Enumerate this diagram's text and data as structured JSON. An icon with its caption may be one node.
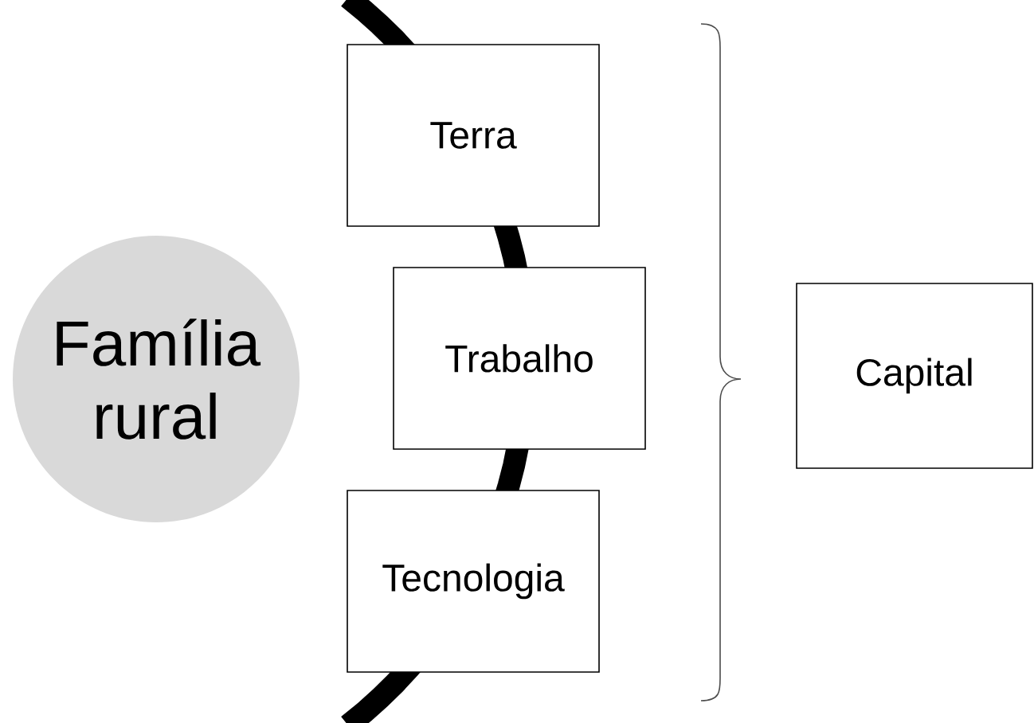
{
  "diagram": {
    "nodes": [
      {
        "text": [
          "Família rural"
        ]
      },
      {
        "text": [
          "Terra"
        ]
      },
      {
        "text": [
          "Trabalho"
        ]
      },
      {
        "text": [
          "Tecnologia"
        ]
      },
      {
        "text": [
          "Capital"
        ]
      }
    ]
  }
}
